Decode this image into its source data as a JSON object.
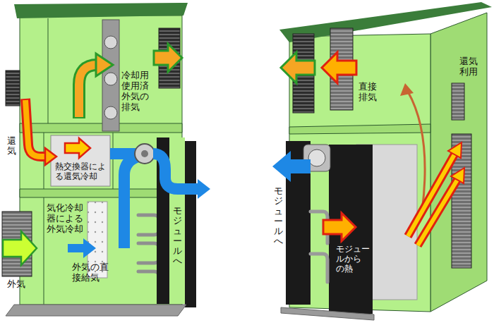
{
  "diagram": {
    "labels": [
      "還気",
      "冷却用 使用済 外気の 排気",
      "熱交換器によ る還気冷却",
      "気化冷却 器による 外気冷却",
      "外気の直 接給気",
      "モジュールへ",
      "外気",
      "直接 排気",
      "還気 利用",
      "モジュールへ",
      "モジュー ルから の熱"
    ]
  }
}
